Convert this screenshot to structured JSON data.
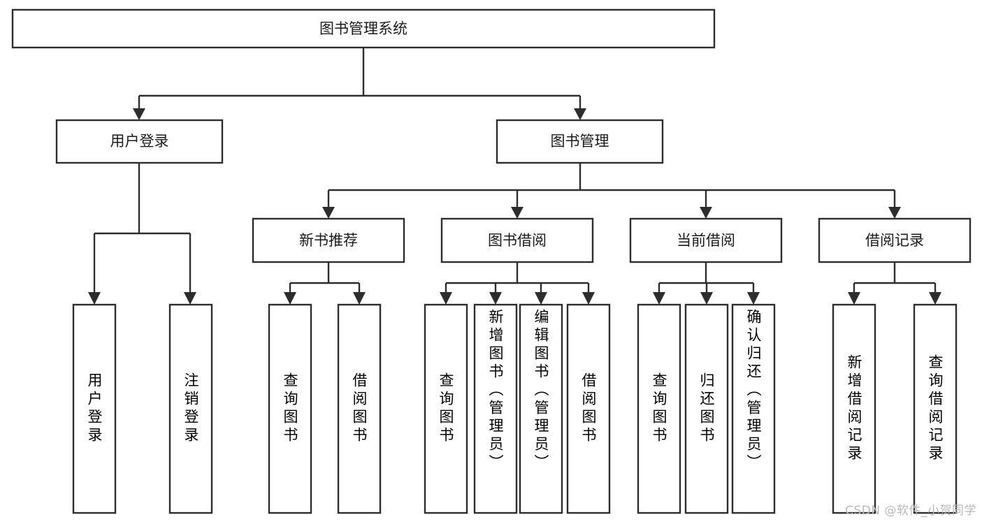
{
  "diagram": {
    "type": "tree-hierarchy",
    "title": "图书管理系统",
    "watermark": "CSDN @软件_小贺同学",
    "colors": {
      "background": "#ffffff",
      "stroke": "#2d2d2d",
      "text": "#1a1a1a",
      "watermark": "#b9b9b9"
    },
    "levels": {
      "root": {
        "label": "图书管理系统"
      },
      "level2": [
        {
          "label": "用户登录"
        },
        {
          "label": "图书管理"
        }
      ],
      "level3": [
        {
          "label": "新书推荐"
        },
        {
          "label": "图书借阅"
        },
        {
          "label": "当前借阅"
        },
        {
          "label": "借阅记录"
        }
      ],
      "leaves": {
        "user_login": [
          {
            "label": "用户登录"
          },
          {
            "label": "注销登录"
          }
        ],
        "new_book": [
          {
            "label": "查询图书"
          },
          {
            "label": "借阅图书"
          }
        ],
        "book_borrow": [
          {
            "label": "查询图书"
          },
          {
            "label": "新增图书（管理员）"
          },
          {
            "label": "编辑图书（管理员）"
          },
          {
            "label": "借阅图书"
          }
        ],
        "current_borrow": [
          {
            "label": "查询图书"
          },
          {
            "label": "归还图书"
          },
          {
            "label": "确认归还（管理员）"
          }
        ],
        "borrow_record": [
          {
            "label": "新增借阅记录"
          },
          {
            "label": "查询借阅记录"
          }
        ]
      }
    }
  }
}
